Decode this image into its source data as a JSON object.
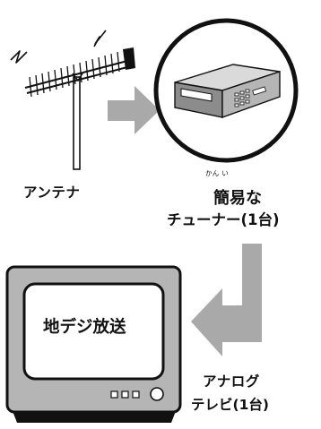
{
  "antenna": {
    "label": "アンテナ"
  },
  "tuner": {
    "reading": "かん い",
    "label_line1": "簡易な",
    "label_line2": "チューナー(1台)"
  },
  "tv": {
    "screen_text": "地デジ放送",
    "label_line1": "アナログ",
    "label_line2": "テレビ(1台)"
  },
  "colors": {
    "arrow": "#a9a9a9",
    "outline": "#1a1a1a",
    "tv_body": "#b5b5b5",
    "device_body": "#8c8c8c",
    "background": "#ffffff"
  },
  "icons": [
    "signal-bolt-icon",
    "antenna-icon",
    "tuner-device-icon",
    "flow-arrow-icon",
    "tv-icon"
  ]
}
